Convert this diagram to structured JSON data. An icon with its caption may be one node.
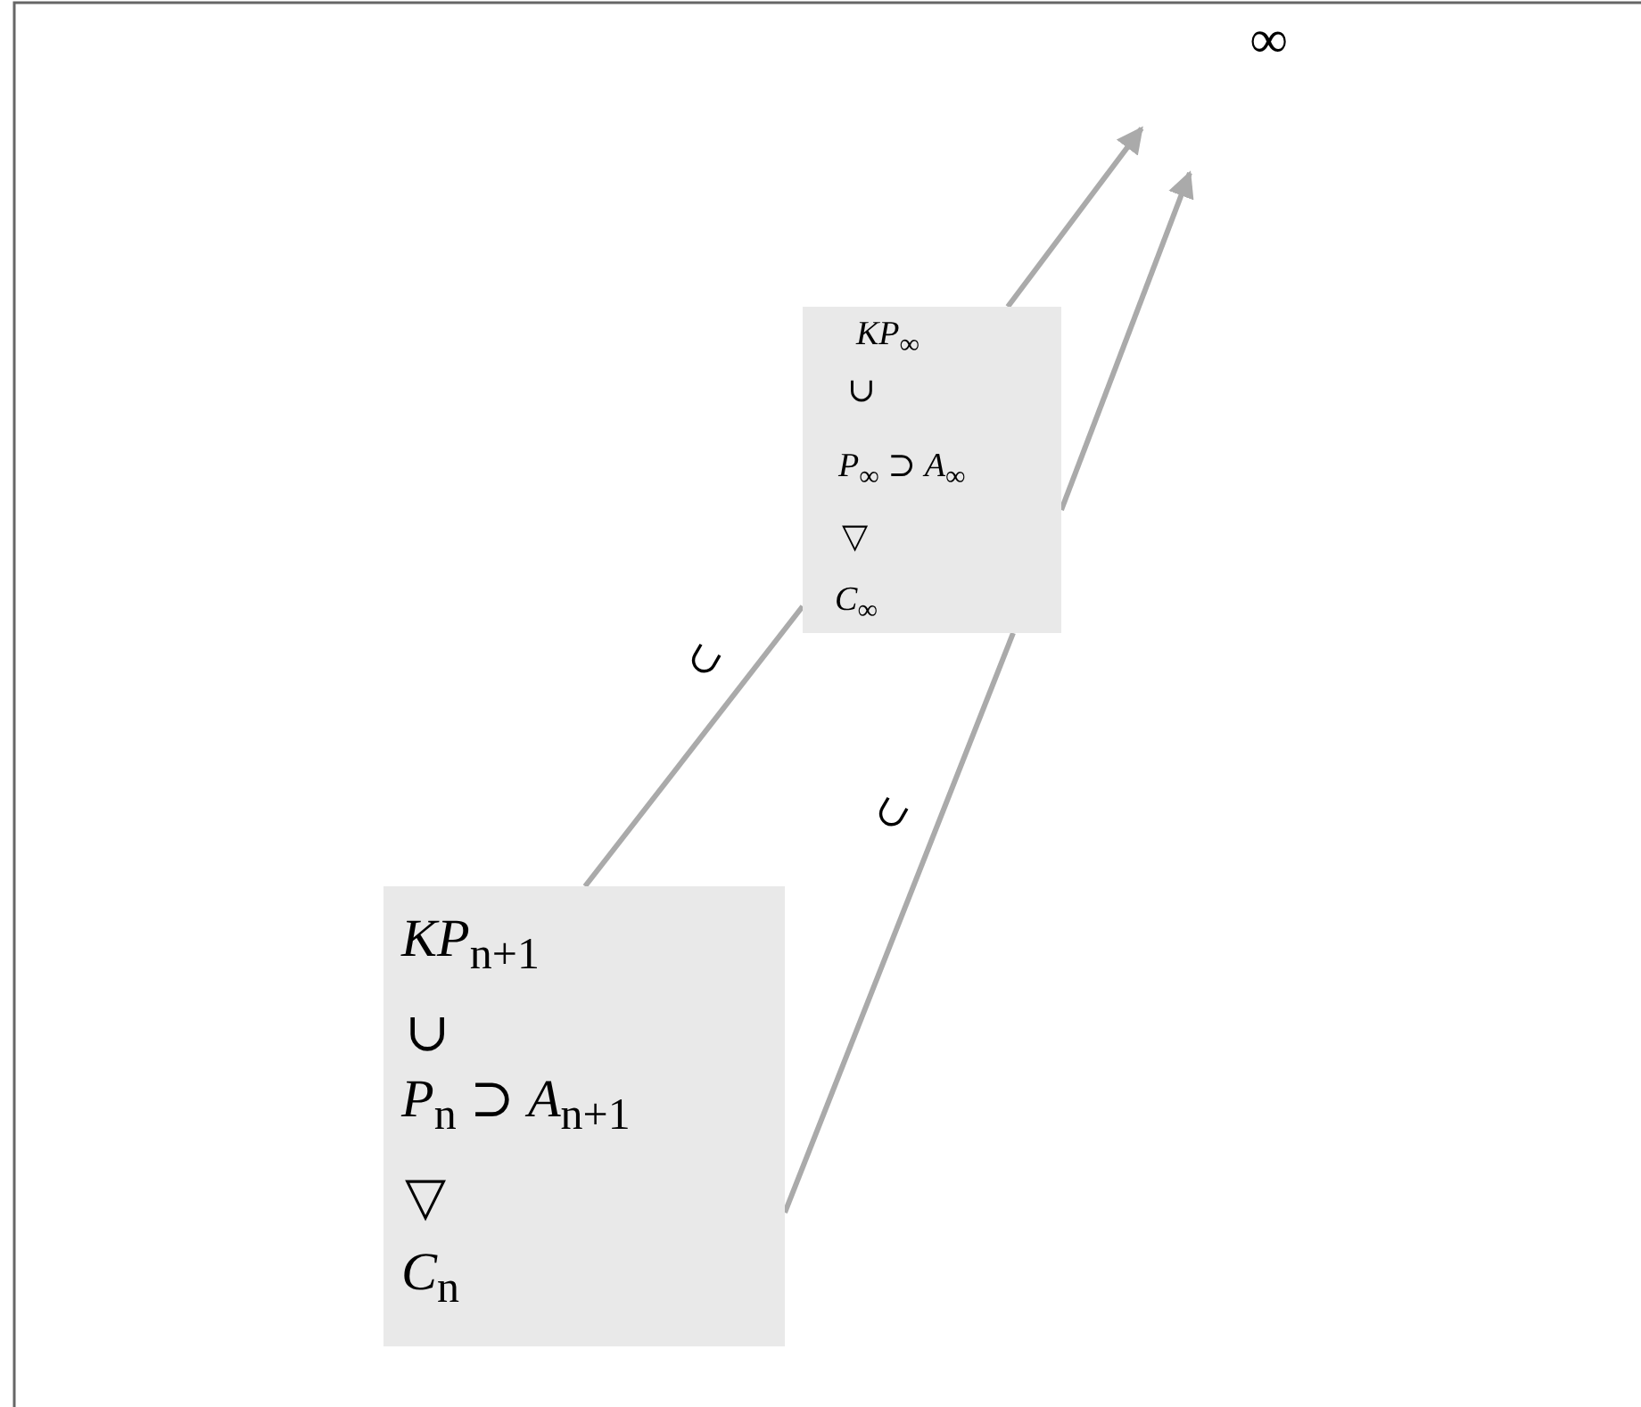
{
  "diagram": {
    "nodes": [
      {
        "text": [
          "∞"
        ]
      },
      {
        "text": [
          "*KP*$_{∞}$",
          "∪",
          "*P*$_{∞}$ ⊃ *A*$_{∞}$",
          "▽",
          "*C*$_{∞}$"
        ]
      },
      {
        "text": [
          "*KP*$_{n+1}$",
          "∪",
          "*P*$_{n}$ ⊃ *A*$_{n+1}$",
          "▽",
          "*C*$_{n}$"
        ]
      }
    ],
    "edges": [
      {
        "from": 2,
        "to": 1,
        "arrow": "none",
        "label": "∪"
      },
      {
        "from": 1,
        "to": 0,
        "arrow": "to"
      },
      {
        "from": 2,
        "to": 1,
        "arrow": "none",
        "label": "∪"
      },
      {
        "from": 1,
        "to": 0,
        "arrow": "to"
      }
    ]
  }
}
